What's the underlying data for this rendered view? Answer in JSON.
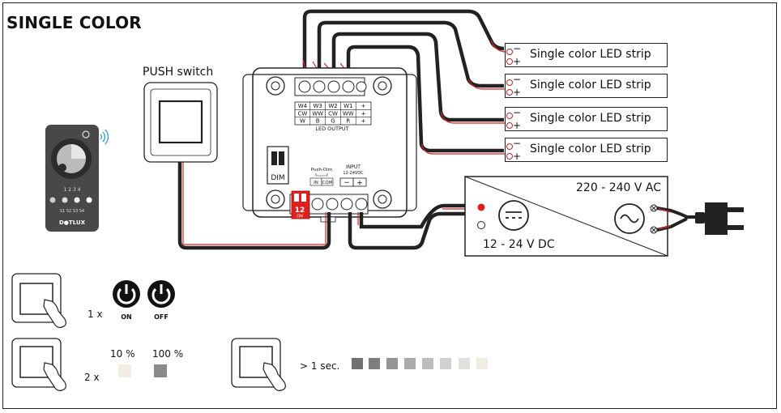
{
  "title": "SINGLE COLOR",
  "push_switch_label": "PUSH switch",
  "strips": [
    {
      "label": "Single color LED strip",
      "minus": "−",
      "plus": "+"
    },
    {
      "label": "Single color LED strip",
      "minus": "−",
      "plus": "+"
    },
    {
      "label": "Single color LED strip",
      "minus": "−",
      "plus": "+"
    },
    {
      "label": "Single color LED strip",
      "minus": "−",
      "plus": "+"
    }
  ],
  "power_supply": {
    "ac_label": "220 - 240 V AC",
    "dc_label": "12 - 24 V DC"
  },
  "controller": {
    "terminal_rows": [
      [
        "W4",
        "W3",
        "W2",
        "W1",
        "+"
      ],
      [
        "CW",
        "WW",
        "CW",
        "WW",
        "+"
      ],
      [
        "W",
        "B",
        "G",
        "R",
        "+"
      ]
    ],
    "led_output": "LED OUTPUT",
    "dim": "DIM",
    "push_dim": "Push-Dim",
    "push_in": "IN",
    "push_com": "COM",
    "input": "INPUT",
    "input_voltage": "12-24VDC",
    "input_minus": "−",
    "input_plus": "+",
    "dip_label": "12",
    "dip_on": "ON"
  },
  "remote": {
    "brand": "D●TLUX",
    "row1": "1  2  3  4",
    "row3": "S1 S2 S3 S4"
  },
  "instructions": {
    "row1_count": "1 x",
    "on_label": "ON",
    "off_label": "OFF",
    "row2_count": "2 x",
    "pct_10": "10 %",
    "pct_100": "100 %",
    "hold_label": "> 1 sec."
  },
  "colors": {
    "wire_red": "#d22",
    "wire_black": "#222",
    "dip_red": "#e02020",
    "remote_body": "#4a4a4a"
  }
}
